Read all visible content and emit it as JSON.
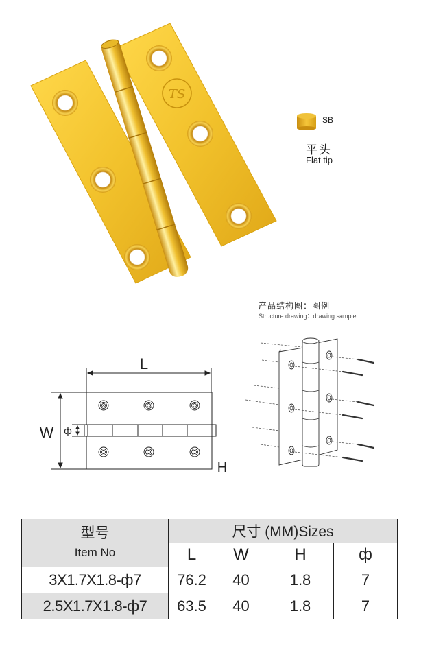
{
  "product": {
    "image_alt": "brass flat-tip butt hinge",
    "color": "#f2c230",
    "logo_glyph": "TS"
  },
  "finish": {
    "code": "SB",
    "swatch_color": "#e8b31f",
    "tip_cn": "平头",
    "tip_en": "Flat tip"
  },
  "structure": {
    "title_cn": "产品结构图：图例",
    "title_en": "Structure drawing：drawing sample"
  },
  "dimension_drawing": {
    "labels": {
      "length": "L",
      "width": "W",
      "height": "H",
      "diameter": "ф"
    }
  },
  "spec_table": {
    "item_header_cn": "型号",
    "item_header_en": "Item No",
    "sizes_header": "尺寸 (MM)Sizes",
    "columns": [
      "L",
      "W",
      "H",
      "ф"
    ],
    "rows": [
      {
        "item": "3X1.7X1.8-ф7",
        "L": "76.2",
        "W": "40",
        "H": "1.8",
        "phi": "7"
      },
      {
        "item": "2.5X1.7X1.8-ф7",
        "L": "63.5",
        "W": "40",
        "H": "1.8",
        "phi": "7"
      }
    ],
    "header_bg": "#e0e0e0"
  }
}
